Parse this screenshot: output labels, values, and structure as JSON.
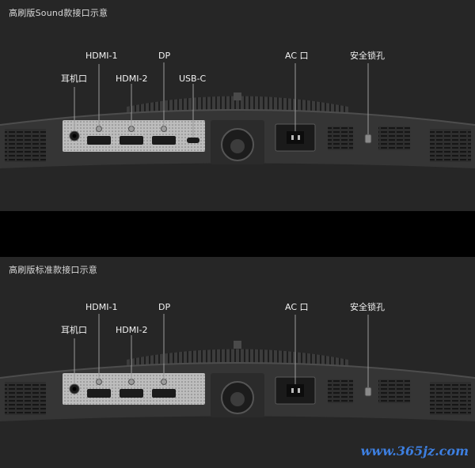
{
  "sections": [
    {
      "title": "高刷版Sound款接口示意",
      "labels": {
        "earphone": "耳机口",
        "hdmi1": "HDMI-1",
        "hdmi2": "HDMI-2",
        "dp": "DP",
        "usbc": "USB-C",
        "ac": "AC 口",
        "lock": "安全锁孔"
      }
    },
    {
      "title": "高刷版标准款接口示意",
      "labels": {
        "earphone": "耳机口",
        "hdmi1": "HDMI-1",
        "hdmi2": "HDMI-2",
        "dp": "DP",
        "ac": "AC 口",
        "lock": "安全锁孔"
      }
    }
  ],
  "watermark": "www.365jz.com",
  "colors": {
    "panel_bg": "#262626",
    "divider": "#000000",
    "monitor_body": "#3a3a3a",
    "port_plate": "#b9b9b9",
    "leader_line": "#9a9a9a",
    "watermark": "#3d7fe0"
  }
}
